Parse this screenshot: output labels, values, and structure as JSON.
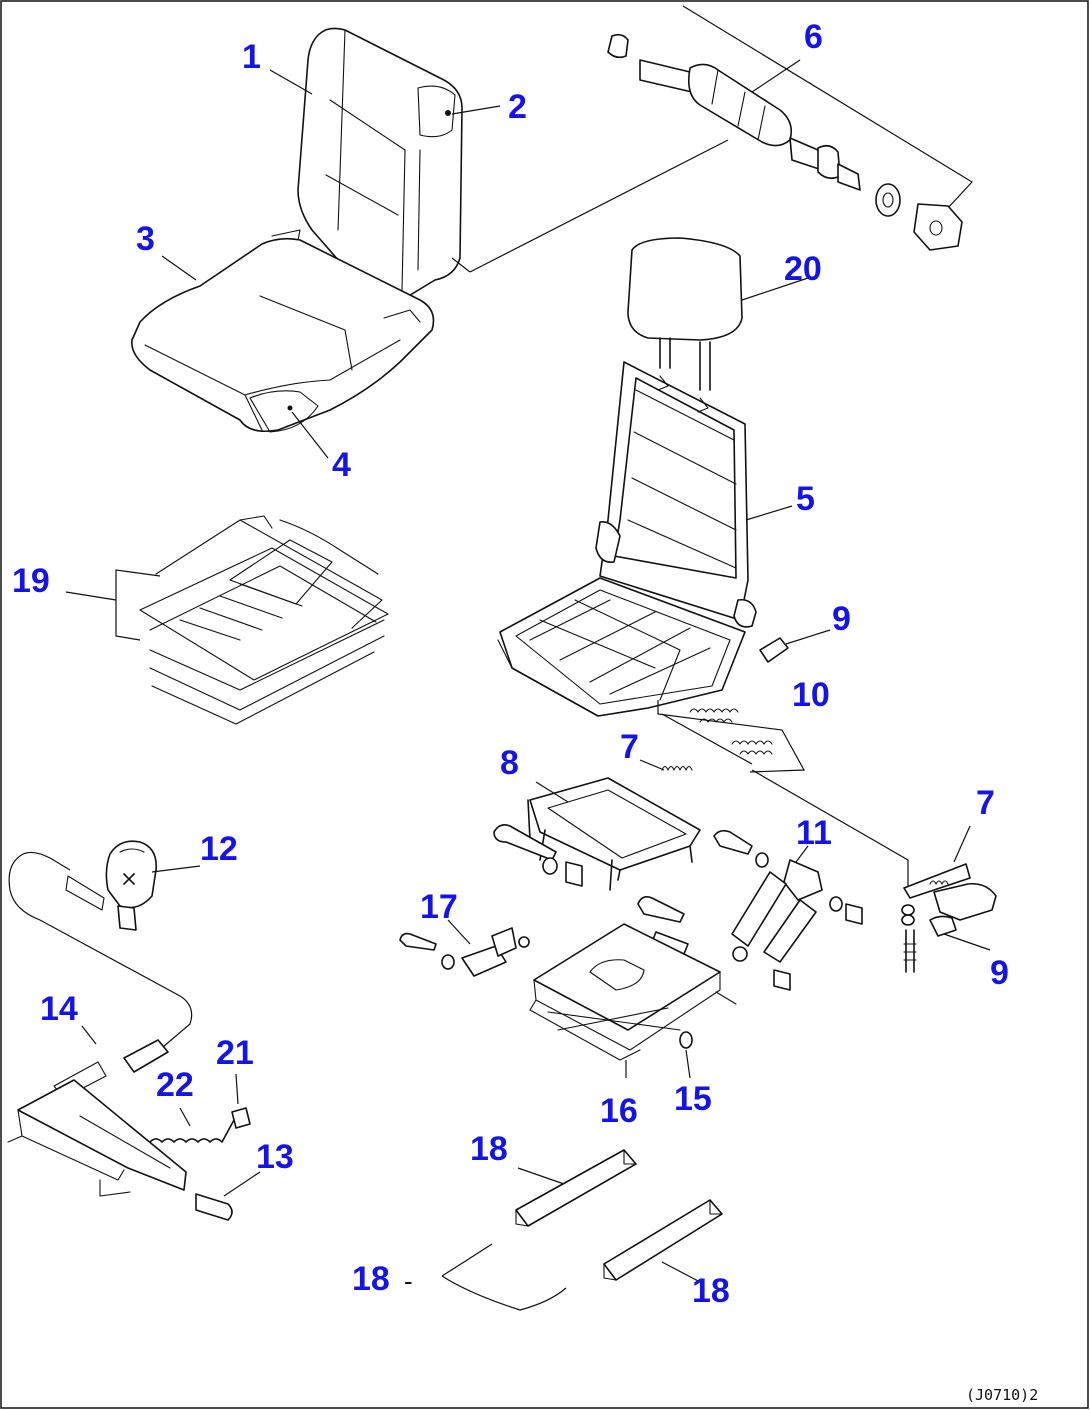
{
  "diagram": {
    "callouts": [
      "1",
      "2",
      "3",
      "4",
      "5",
      "6",
      "7",
      "7",
      "8",
      "9",
      "9",
      "10",
      "11",
      "12",
      "13",
      "14",
      "15",
      "16",
      "17",
      "18",
      "18",
      "18",
      "19",
      "20",
      "21",
      "22"
    ],
    "drawing_code": "(J0710)2",
    "dash": "-"
  }
}
